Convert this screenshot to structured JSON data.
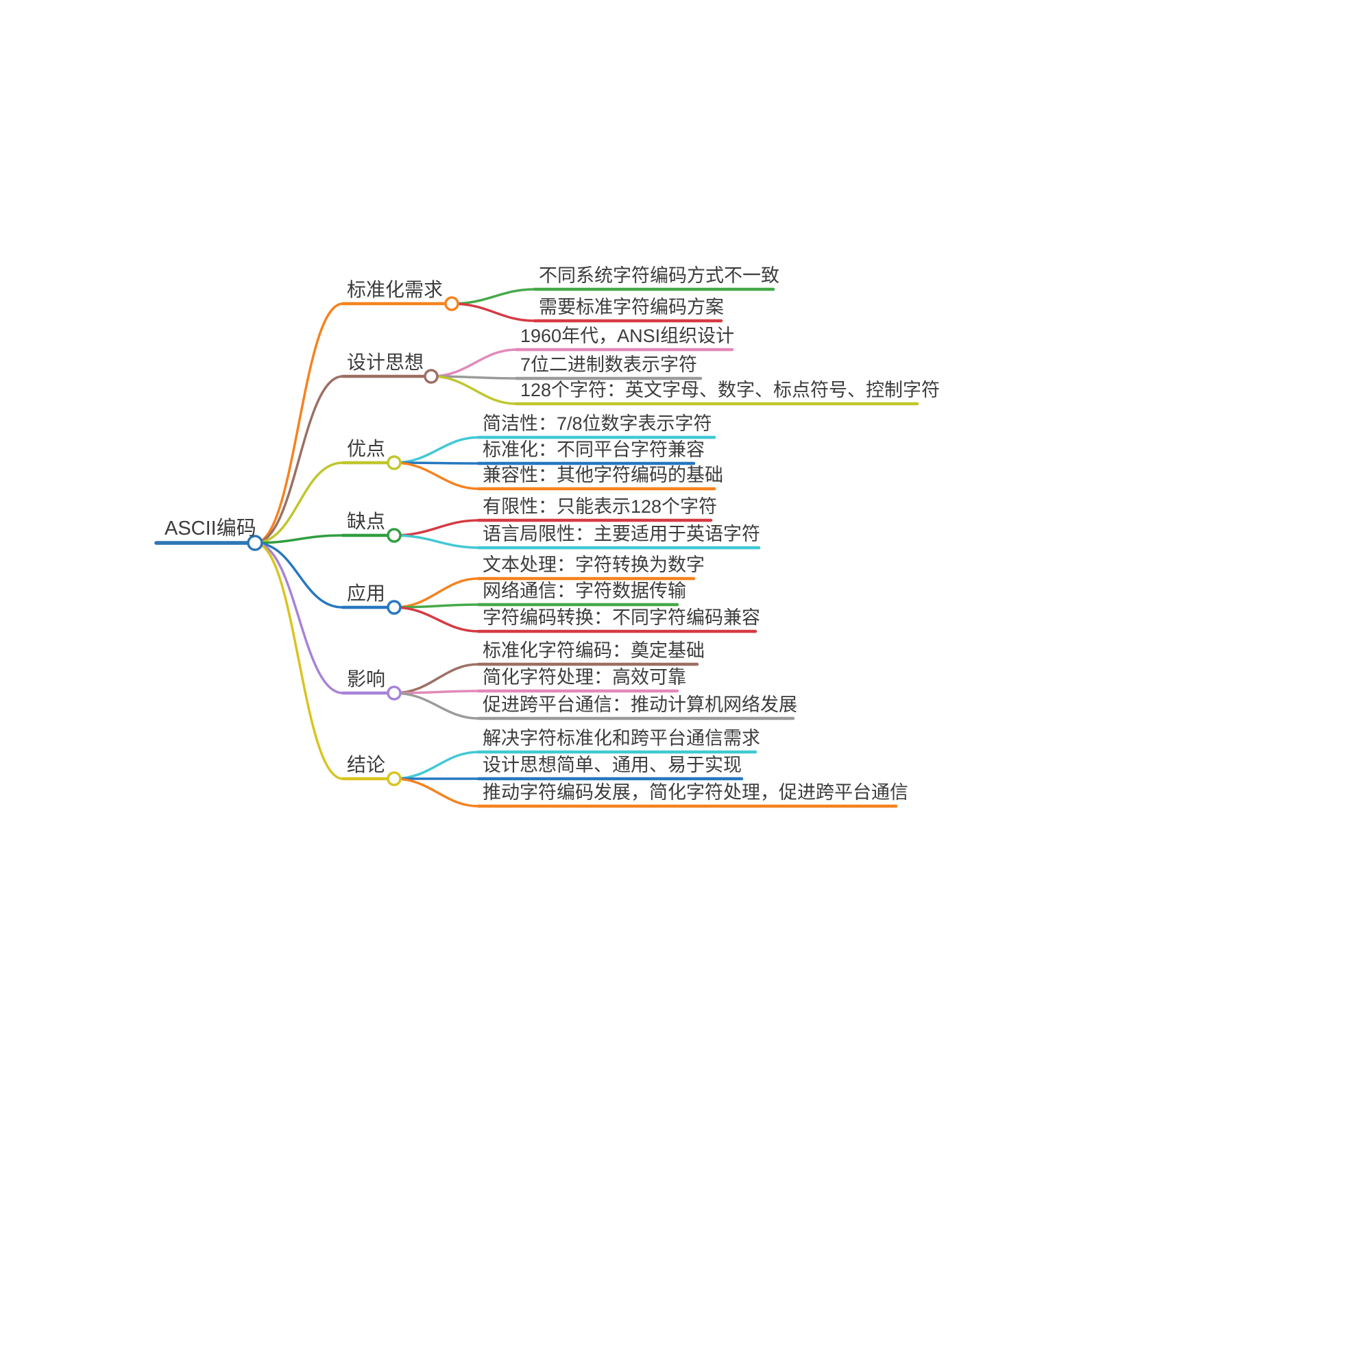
{
  "root": {
    "label": "ASCII编码",
    "color": "#2e75b6"
  },
  "branches": [
    {
      "label": "标准化需求",
      "color": "#f5821f",
      "children": [
        {
          "label": "不同系统字符编码方式不一致",
          "color": "#45a949"
        },
        {
          "label": "需要标准字符编码方案",
          "color": "#d63a43"
        }
      ]
    },
    {
      "label": "设计思想",
      "color": "#9c6f63",
      "children": [
        {
          "label": "1960年代，ANSI组织设计",
          "color": "#e289b9"
        },
        {
          "label": "7位二进制数表示字符",
          "color": "#9b9b9b"
        },
        {
          "label": "128个字符：英文字母、数字、标点符号、控制字符",
          "color": "#c0c62c"
        }
      ]
    },
    {
      "label": "优点",
      "color": "#c0c62c",
      "children": [
        {
          "label": "简洁性：7/8位数字表示字符",
          "color": "#41c8d5"
        },
        {
          "label": "标准化：不同平台字符兼容",
          "color": "#2677c0"
        },
        {
          "label": "兼容性：其他字符编码的基础",
          "color": "#f5821f"
        }
      ]
    },
    {
      "label": "缺点",
      "color": "#2f9e3f",
      "children": [
        {
          "label": "有限性：只能表示128个字符",
          "color": "#d63a43"
        },
        {
          "label": "语言局限性：主要适用于英语字符",
          "color": "#41c8d5"
        }
      ]
    },
    {
      "label": "应用",
      "color": "#2677c0",
      "children": [
        {
          "label": "文本处理：字符转换为数字",
          "color": "#f5821f"
        },
        {
          "label": "网络通信：字符数据传输",
          "color": "#45a949"
        },
        {
          "label": "字符编码转换：不同字符编码兼容",
          "color": "#d63a43"
        }
      ]
    },
    {
      "label": "影响",
      "color": "#a782d8",
      "children": [
        {
          "label": "标准化字符编码：奠定基础",
          "color": "#9c6f63"
        },
        {
          "label": "简化字符处理：高效可靠",
          "color": "#e289b9"
        },
        {
          "label": "促进跨平台通信：推动计算机网络发展",
          "color": "#9b9b9b"
        }
      ]
    },
    {
      "label": "结论",
      "color": "#d8c41f",
      "children": [
        {
          "label": "解决字符标准化和跨平台通信需求",
          "color": "#41c8d5"
        },
        {
          "label": "设计思想简单、通用、易于实现",
          "color": "#2677c0"
        },
        {
          "label": "推动字符编码发展，简化字符处理，促进跨平台通信",
          "color": "#f5821f"
        }
      ]
    }
  ]
}
